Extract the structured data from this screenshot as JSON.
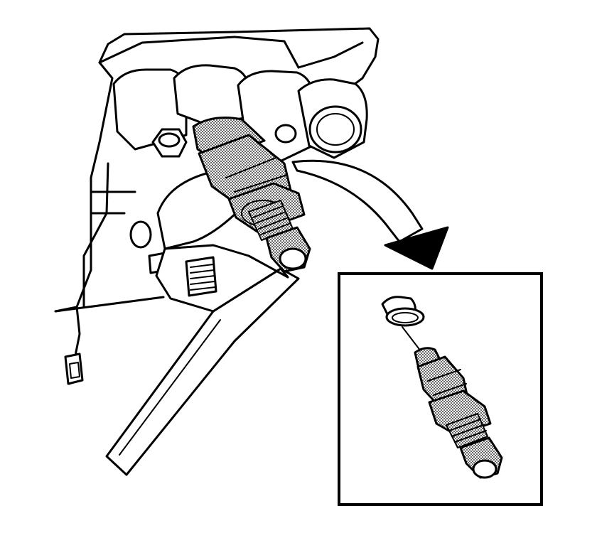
{
  "figure": {
    "callout_color": "#000000",
    "background": "#ffffff",
    "parts": [
      "transmission-case",
      "adjustable-wrench",
      "sensor-fitting",
      "o-ring",
      "inset-box",
      "callout-arrow"
    ]
  }
}
